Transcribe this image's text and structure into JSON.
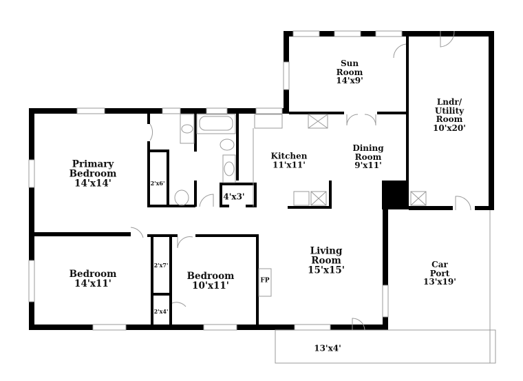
{
  "floorplan": {
    "rooms": [
      {
        "id": "primary-bedroom",
        "name": "Primary Bedroom",
        "line1": "Primary",
        "line2": "Bedroom",
        "dims": "14'x14'"
      },
      {
        "id": "bedroom-1",
        "name": "Bedroom",
        "line1": "Bedroom",
        "dims": "14'x11'"
      },
      {
        "id": "bedroom-2",
        "name": "Bedroom",
        "line1": "Bedroom",
        "dims": "10'x11'"
      },
      {
        "id": "sun-room",
        "name": "Sun Room",
        "line1": "Sun",
        "line2": "Room",
        "dims": "14'x9'"
      },
      {
        "id": "kitchen",
        "name": "Kitchen",
        "line1": "Kitchen",
        "dims": "11'x11'"
      },
      {
        "id": "dining-room",
        "name": "Dining Room",
        "line1": "Dining",
        "line2": "Room",
        "dims": "9'x11'"
      },
      {
        "id": "laundry",
        "name": "Lndr/ Utility Room",
        "line1": "Lndr/",
        "line2": "Utility",
        "line3": "Room",
        "dims": "10'x20'"
      },
      {
        "id": "living-room",
        "name": "Living Room",
        "line1": "Living",
        "line2": "Room",
        "dims": "15'x15'"
      },
      {
        "id": "car-port",
        "name": "Car Port",
        "line1": "Car",
        "line2": "Port",
        "dims": "13'x19'"
      }
    ],
    "small_labels": {
      "closet_primary": "2'x6'",
      "closet_hall_1": "2'x7'",
      "closet_hall_2": "2'x4'",
      "pantry": "4'x3'",
      "fireplace": "FP",
      "porch": "13'x4'"
    },
    "colors": {
      "wall": "#000000",
      "fixture": "#999999",
      "background": "#ffffff"
    }
  }
}
